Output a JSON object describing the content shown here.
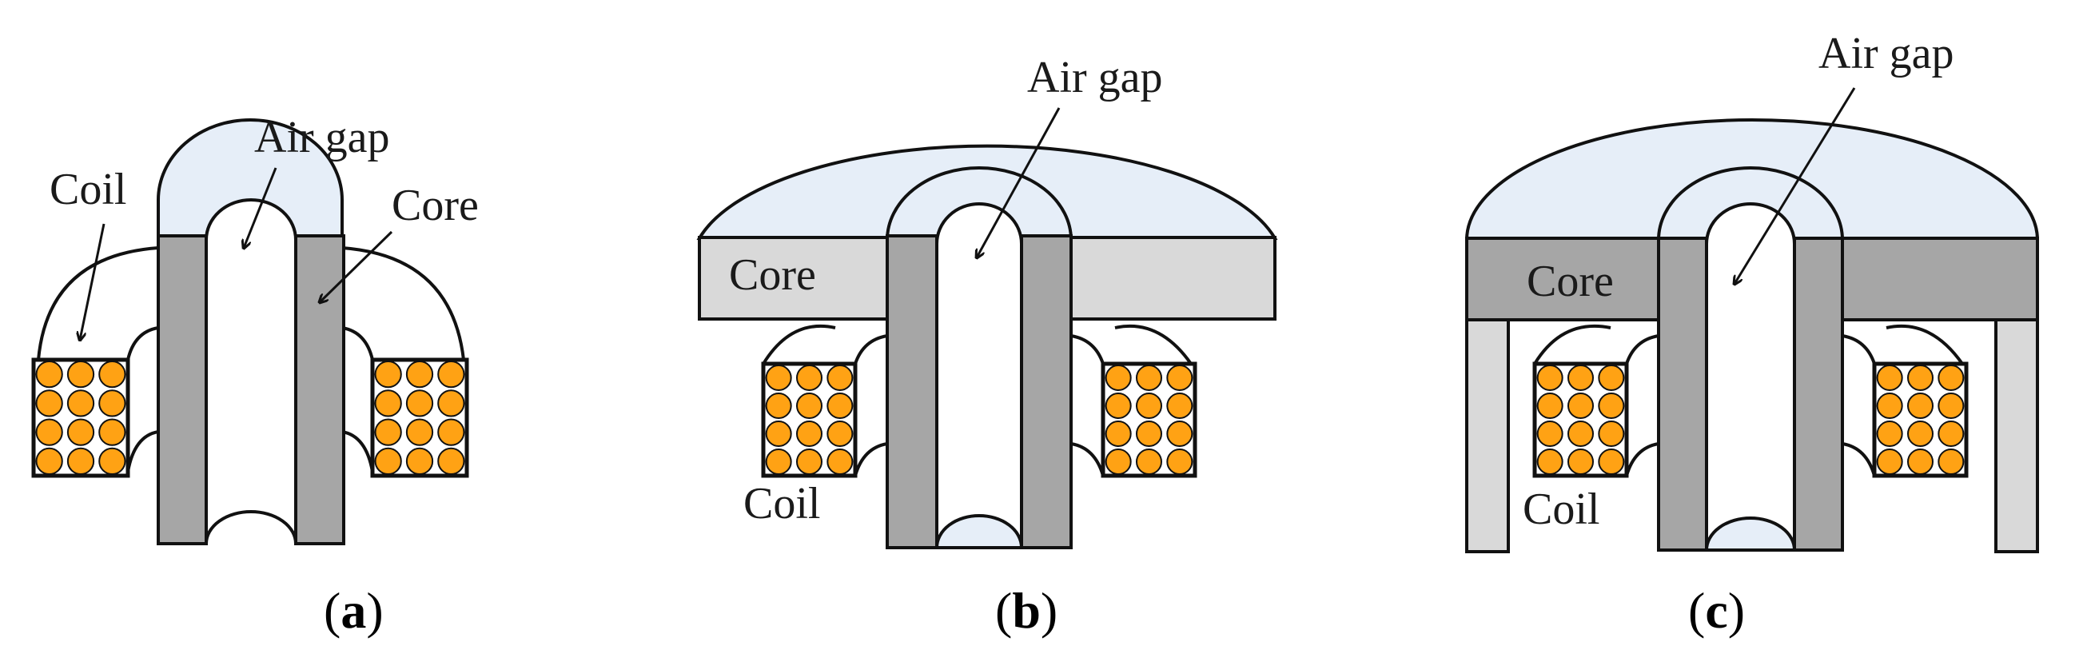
{
  "panels": {
    "a": {
      "caption_letter": "a",
      "labels": {
        "coil": "Coil",
        "air_gap": "Air gap",
        "core": "Core"
      }
    },
    "b": {
      "caption_letter": "b",
      "labels": {
        "coil": "Coil",
        "air_gap": "Air gap",
        "core": "Core"
      }
    },
    "c": {
      "caption_letter": "c",
      "labels": {
        "coil": "Coil",
        "air_gap": "Air gap",
        "core": "Core"
      }
    }
  },
  "colors": {
    "core_dark": "#a6a6a6",
    "core_light": "#d9d9d9",
    "air_gap_fill": "#e6eef8",
    "coil_wire": "#ffa214",
    "outline": "#111111"
  }
}
